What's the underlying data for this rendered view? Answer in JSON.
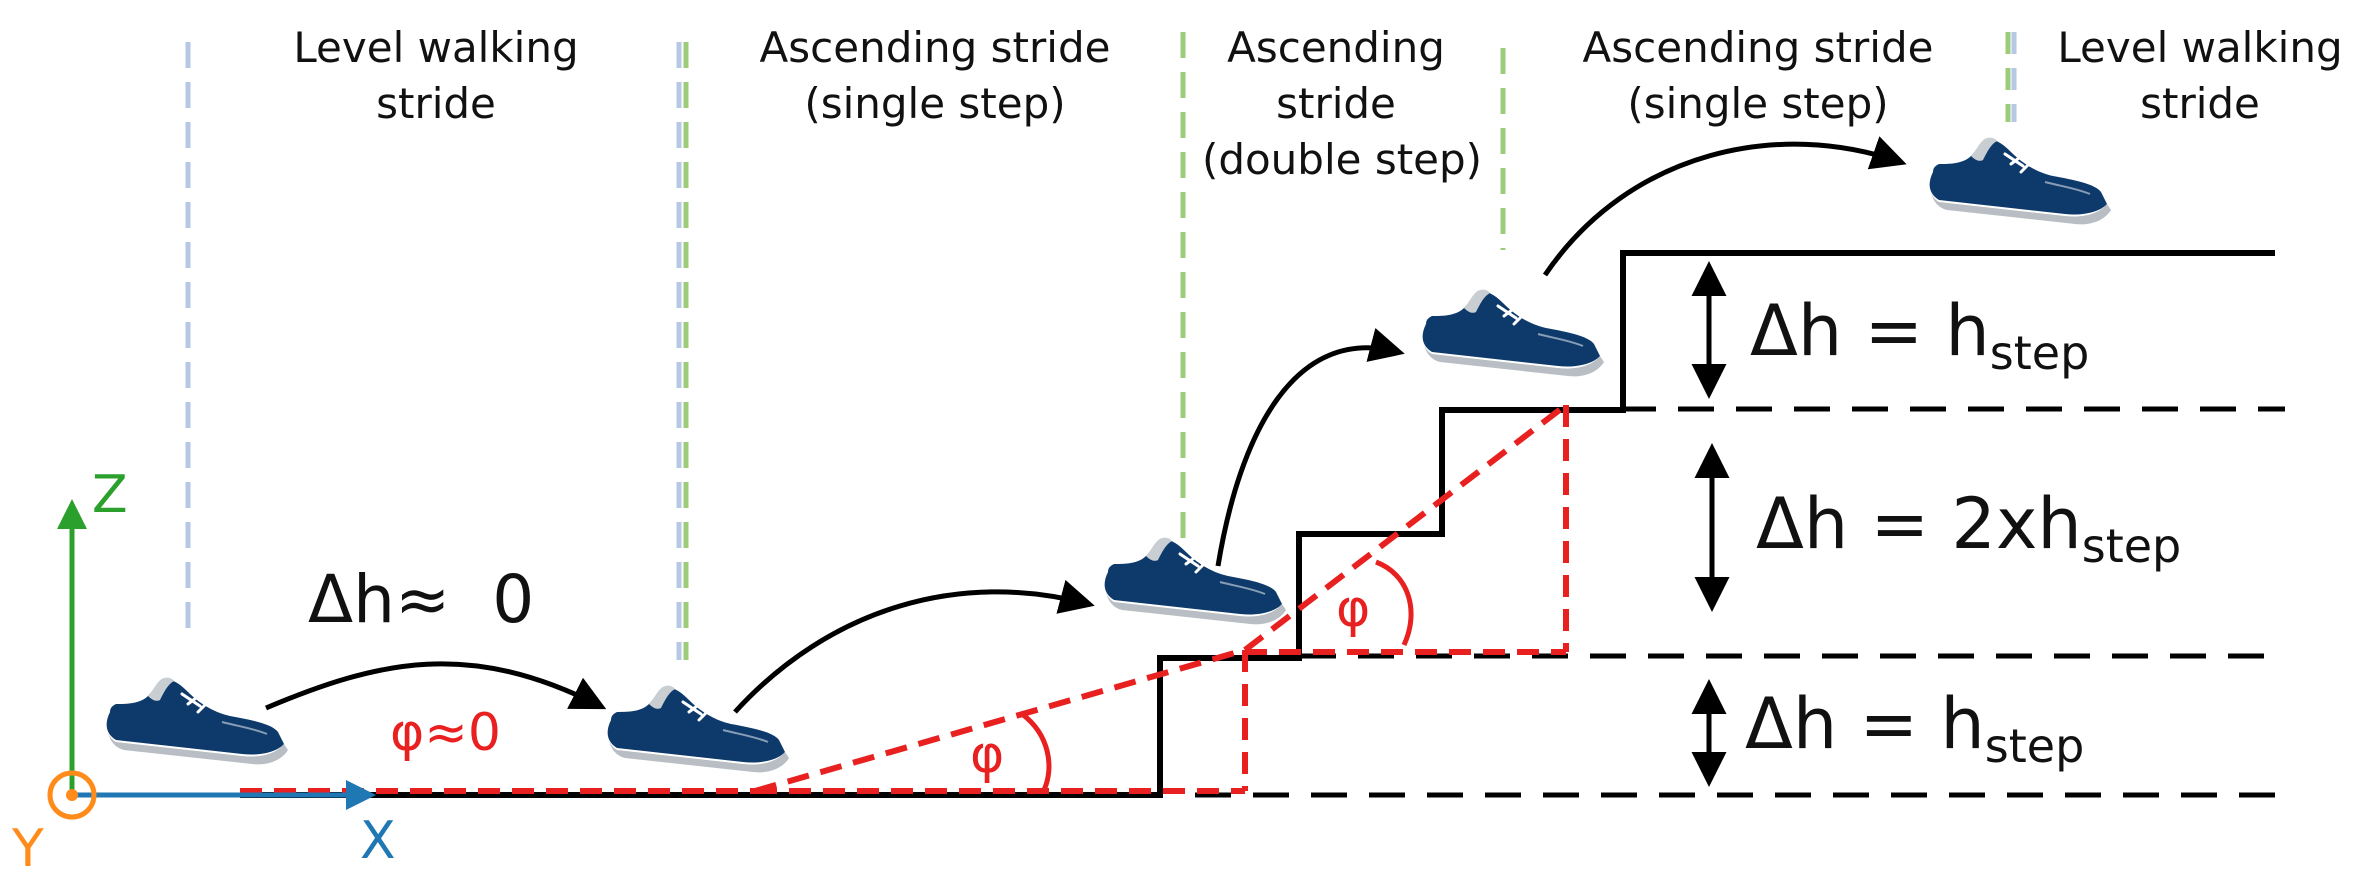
{
  "phases": [
    {
      "line1": "Level walking",
      "line2": "stride",
      "line3": ""
    },
    {
      "line1": "Ascending stride",
      "line2": "(single step)",
      "line3": ""
    },
    {
      "line1": "Ascending",
      "line2": "stride",
      "line3": "(double step)"
    },
    {
      "line1": "Ascending stride",
      "line2": "(single step)",
      "line3": ""
    },
    {
      "line1": "Level walking",
      "line2": "stride",
      "line3": ""
    }
  ],
  "labels": {
    "dh_level": "Δh≈  0",
    "phi_level": "φ≈0",
    "phi": "φ",
    "dh_prefix": "Δh = ",
    "h": "h",
    "step_sub": "step",
    "dh2_prefix": "Δh = 2xh"
  },
  "axes": {
    "z": "Z",
    "x": "X",
    "y": "Y"
  },
  "colors": {
    "shoe": "#0e3a6b",
    "shoe_sole": "#b9bec4",
    "guide_blue": "#b7c7e6",
    "guide_green": "#9ccc7a",
    "red": "#e8201f",
    "axis_z": "#2ca02c",
    "axis_x": "#1f77b4",
    "axis_y": "#ff8c1a"
  }
}
